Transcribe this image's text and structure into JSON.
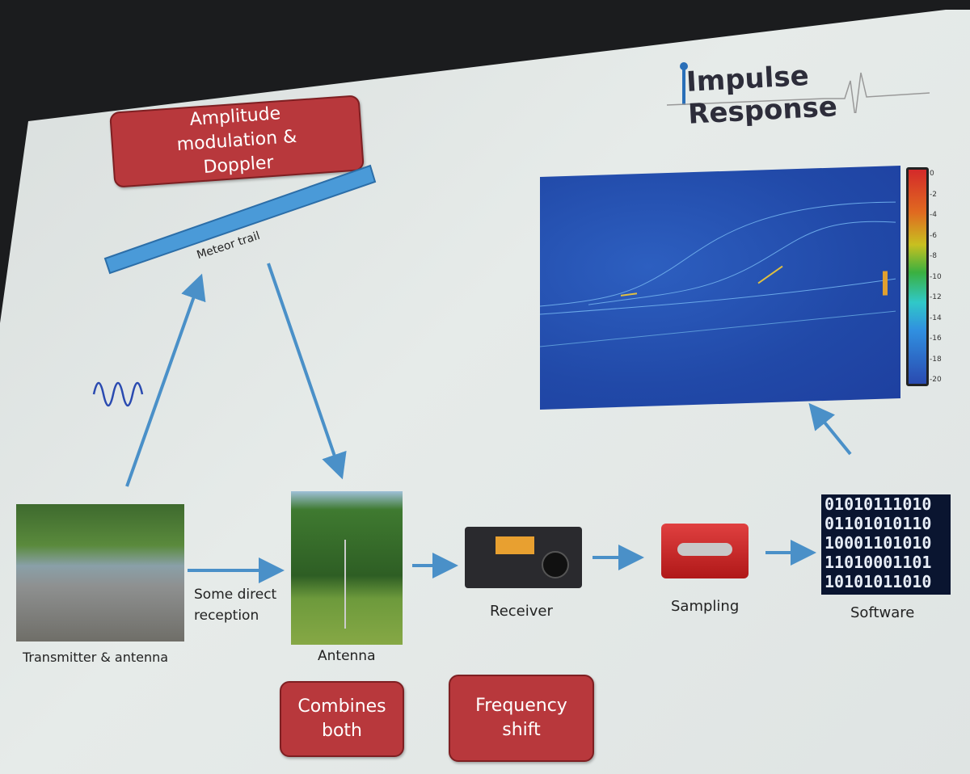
{
  "logo": {
    "text": "Impulse Response"
  },
  "boxes": {
    "amplitude": "Amplitude modulation & Doppler",
    "combines": "Combines both",
    "frequency": "Frequency shift"
  },
  "labels": {
    "meteor_trail": "Meteor trail",
    "direct": "Some direct reception",
    "transmitter": "Transmitter & antenna",
    "antenna": "Antenna",
    "receiver": "Receiver",
    "sampling": "Sampling",
    "software": "Software"
  },
  "spectrogram": {
    "title": "RAD_BEDOUR_20111007_0420_BEUCCL_SYS001: 16384-14745",
    "colorbar_ticks": [
      "0",
      "-2",
      "-4",
      "-6",
      "-8",
      "-10",
      "-12",
      "-14",
      "-16",
      "-18",
      "-20"
    ]
  },
  "software_digits": [
    "01010111010",
    "01101010110",
    "10001101010",
    "11010001101",
    "10101011010"
  ],
  "colors": {
    "box_red": "#b8383c",
    "arrow_blue": "#4a90c8",
    "trail_blue": "#4a9ad8"
  }
}
